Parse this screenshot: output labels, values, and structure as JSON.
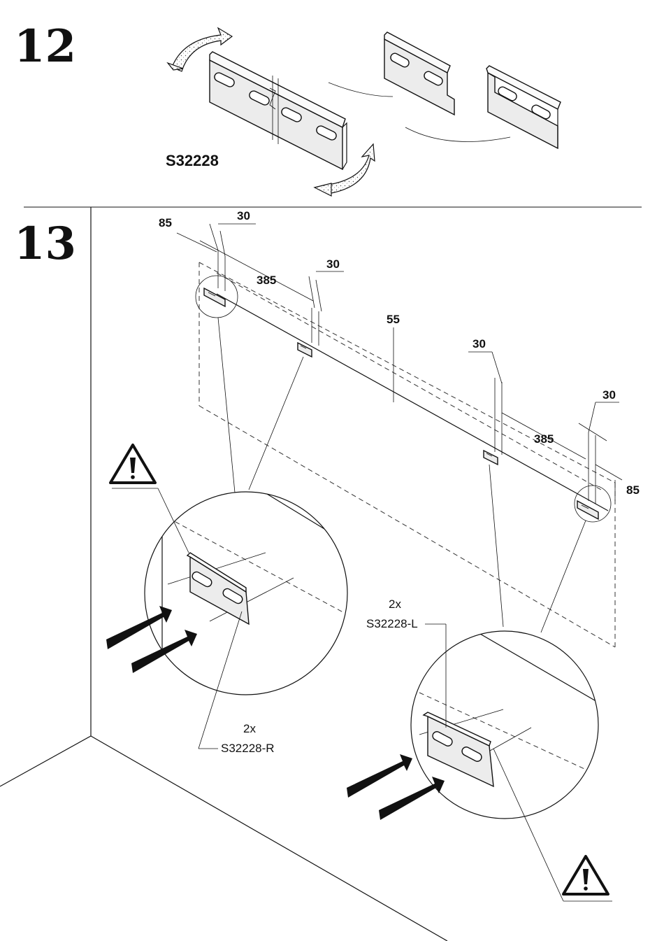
{
  "step12": {
    "number": "12",
    "part_code": "S32228"
  },
  "step13": {
    "number": "13",
    "dimensions": {
      "left_edge": "85",
      "left_outer_width": "30",
      "left_spacing": "385",
      "left_inner_width": "30",
      "height_offset": "55",
      "right_inner_width": "30",
      "right_spacing": "385",
      "right_outer_width": "30",
      "right_edge": "85"
    },
    "callout_left": {
      "quantity": "2x",
      "part_code": "S32228-R"
    },
    "callout_right": {
      "quantity": "2x",
      "part_code": "S32228-L"
    },
    "icons": [
      "warning-triangle-icon",
      "push-arrow-icon",
      "rotate-arrow-icon"
    ]
  }
}
